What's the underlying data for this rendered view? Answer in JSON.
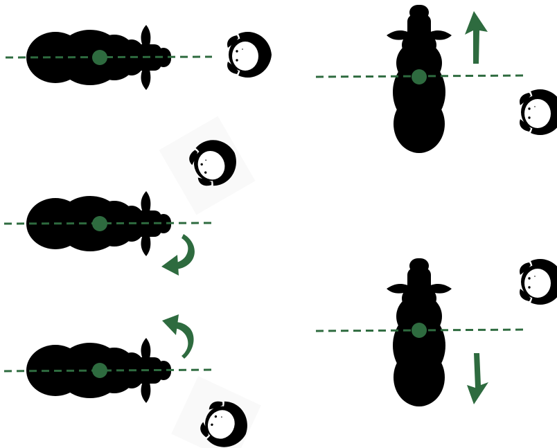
{
  "colors": {
    "background": "#ffffff",
    "silhouette": "#000000",
    "accent_green": "#2e6b3f",
    "handler_face": "#ffffff",
    "shadow": "#f3f3f3"
  },
  "icons": [
    "animal-silhouette-icon",
    "handler-topdown-icon",
    "balance-point-dot-icon",
    "straight-arrow-icon",
    "curved-arrow-icon",
    "dashed-line-icon"
  ],
  "panels": [
    {
      "id": "panel-left-1",
      "animal": "horizontal",
      "handler": "in-front",
      "arrow": "none"
    },
    {
      "id": "panel-left-2",
      "animal": "horizontal",
      "handler": "front-upper",
      "arrow": "curved-clockwise"
    },
    {
      "id": "panel-left-3",
      "animal": "horizontal",
      "handler": "front-lower",
      "arrow": "curved-counterclockwise"
    },
    {
      "id": "panel-right-1",
      "animal": "vertical",
      "handler": "behind-balance-point",
      "arrow": "up"
    },
    {
      "id": "panel-right-2",
      "animal": "vertical",
      "handler": "ahead-of-balance-point",
      "arrow": "down"
    }
  ]
}
